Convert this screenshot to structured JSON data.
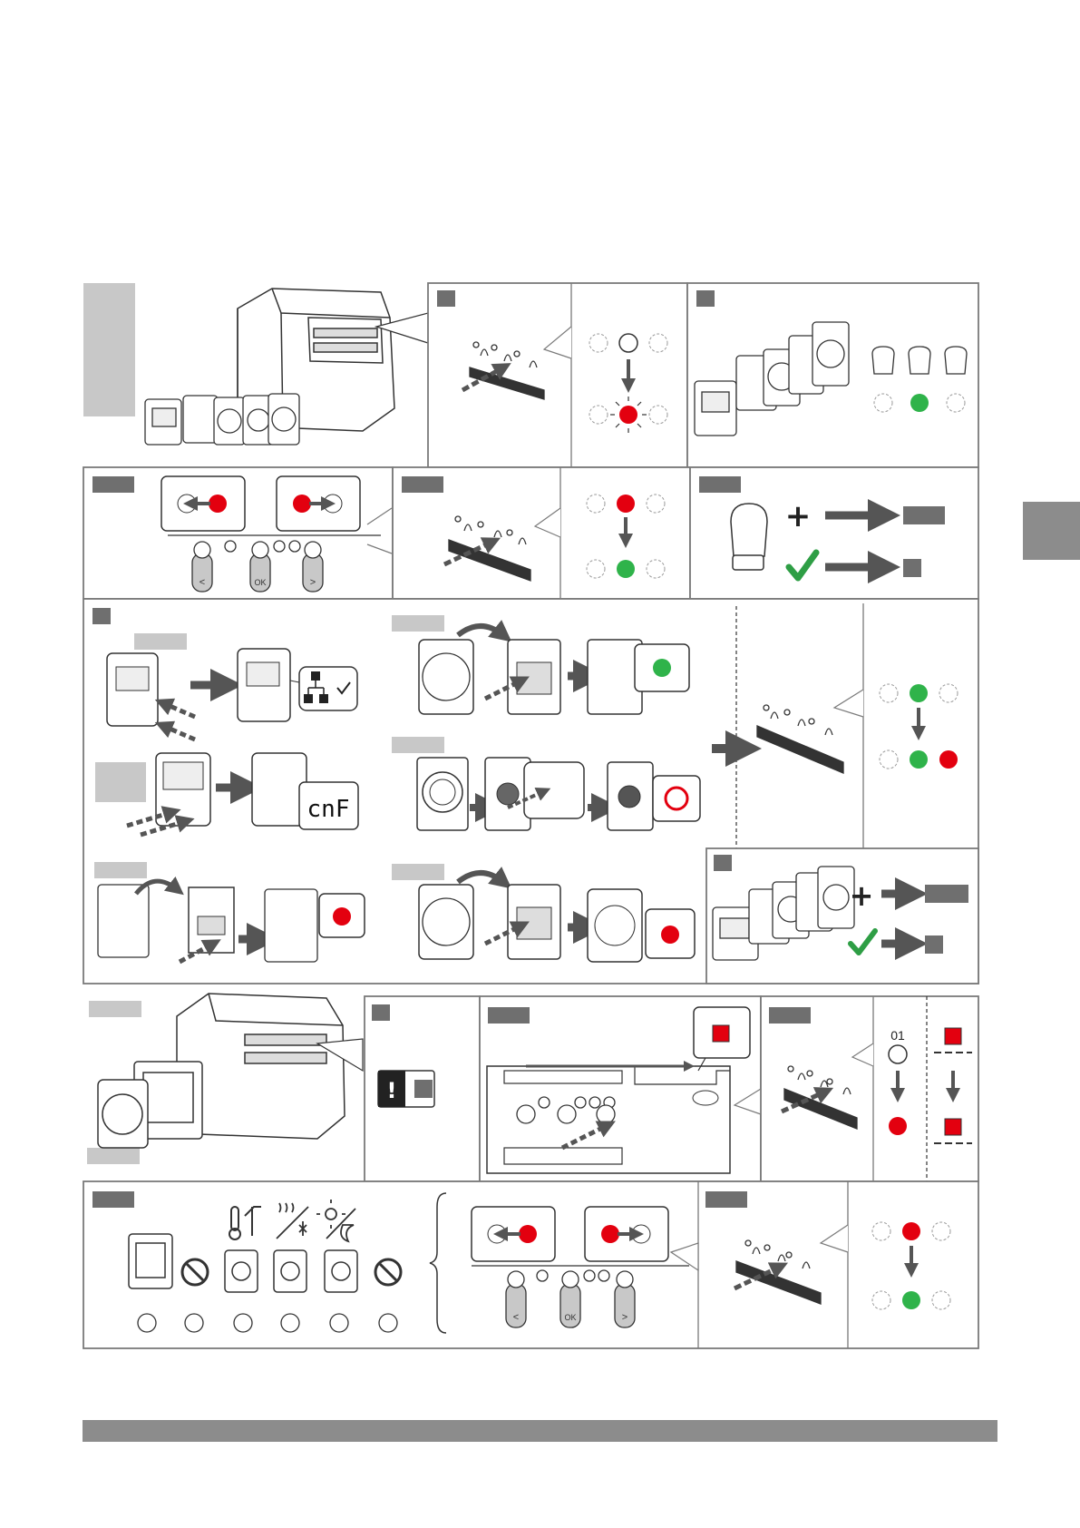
{
  "colors": {
    "frame": "#7a7a7a",
    "gray_block": "#c8c8c8",
    "label_tab": "#6f6f6f",
    "led_red": "#e3000f",
    "led_green": "#2fb34a",
    "arrow": "#555555",
    "check": "#2e9e45",
    "footer_bar": "#8c8c8c"
  },
  "labels": {
    "step1_readout": "01",
    "cnf_display": "cnF",
    "button_left": "<",
    "button_ok": "OK",
    "button_right": ">",
    "warning_mark": "!"
  },
  "icons": [
    "controller-icon",
    "thermostat-icon",
    "actuator-icon",
    "led-icon",
    "arrow-right-icon",
    "arrow-down-icon",
    "plus-icon",
    "checkmark-icon",
    "network-icon",
    "no-entry-icon",
    "thermometer-icon",
    "heat-cool-icon",
    "sun-moon-icon",
    "warning-icon",
    "touchscreen-icon"
  ]
}
